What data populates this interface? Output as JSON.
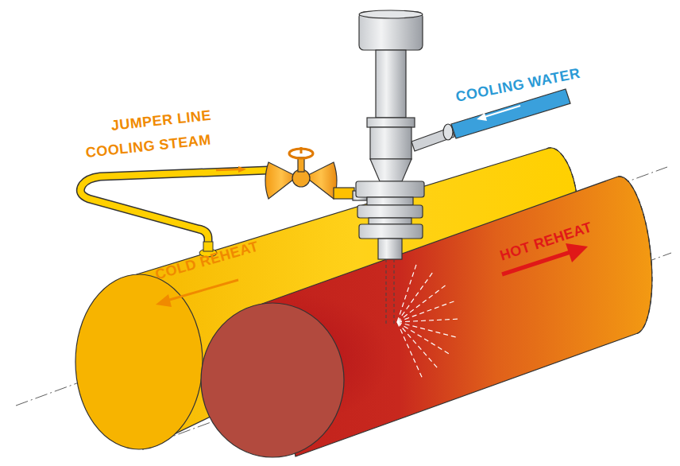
{
  "diagram": {
    "labels": [
      "JUMPER LINE",
      "COOLING STEAM",
      "COOLING WATER",
      "COLD REHEAT",
      "HOT REHEAT"
    ]
  }
}
